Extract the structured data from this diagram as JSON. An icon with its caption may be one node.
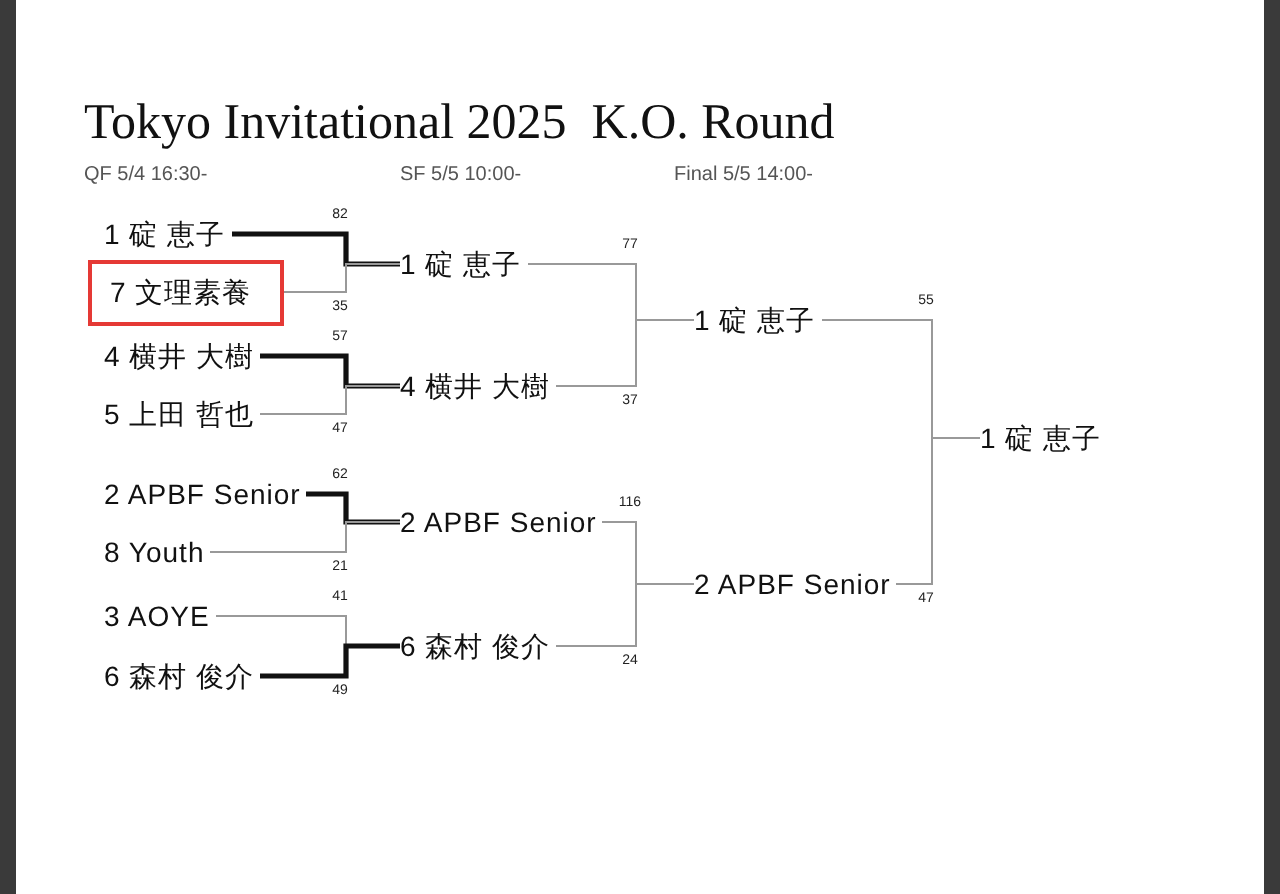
{
  "diagram": {
    "title": "Tokyo Invitational 2025  K.O. Round",
    "nodes": [
      {
        "text": [
          "1 碇 恵子"
        ]
      },
      {
        "text": [
          "7 文理素養"
        ]
      },
      {
        "text": [
          "4 横井 大樹"
        ]
      },
      {
        "text": [
          "5 上田 哲也"
        ]
      },
      {
        "text": [
          "2 APBF Senior"
        ]
      },
      {
        "text": [
          "8 Youth"
        ]
      },
      {
        "text": [
          "3 AOYE"
        ]
      },
      {
        "text": [
          "6 森村 俊介"
        ]
      },
      {
        "text": [
          "1 碇 恵子"
        ]
      },
      {
        "text": [
          "4 横井 大樹"
        ]
      },
      {
        "text": [
          "2 APBF Senior"
        ]
      },
      {
        "text": [
          "6 森村 俊介"
        ]
      },
      {
        "text": [
          "1 碇 恵子"
        ]
      },
      {
        "text": [
          "2 APBF Senior"
        ]
      },
      {
        "text": [
          "1 碇 恵子"
        ]
      }
    ],
    "edges": [
      {
        "from": 0,
        "to": 8,
        "arrow": "none",
        "label": "82",
        "style": "thick",
        "color": "#111111"
      },
      {
        "from": 1,
        "to": 8,
        "arrow": "none",
        "label": "35"
      },
      {
        "from": 2,
        "to": 9,
        "arrow": "none",
        "label": "57",
        "style": "thick",
        "color": "#111111"
      },
      {
        "from": 3,
        "to": 9,
        "arrow": "none",
        "label": "47"
      },
      {
        "from": 4,
        "to": 10,
        "arrow": "none",
        "label": "62",
        "style": "thick",
        "color": "#111111"
      },
      {
        "from": 5,
        "to": 10,
        "arrow": "none",
        "label": "21"
      },
      {
        "from": 6,
        "to": 11,
        "arrow": "none",
        "label": "41"
      },
      {
        "from": 7,
        "to": 11,
        "arrow": "none",
        "label": "49",
        "style": "thick",
        "color": "#111111"
      },
      {
        "from": 8,
        "to": 12,
        "arrow": "none",
        "label": "77"
      },
      {
        "from": 9,
        "to": 12,
        "arrow": "none",
        "label": "37"
      },
      {
        "from": 10,
        "to": 13,
        "arrow": "none",
        "label": "116"
      },
      {
        "from": 11,
        "to": 13,
        "arrow": "none",
        "label": "24"
      },
      {
        "from": 12,
        "to": 14,
        "arrow": "none",
        "label": "55"
      },
      {
        "from": 13,
        "to": 14,
        "arrow": "none",
        "label": "47"
      }
    ],
    "labels": [
      "QF 5/4 16:30-",
      "SF 5/5 10:00-",
      "Final 5/5 14:00-"
    ]
  }
}
